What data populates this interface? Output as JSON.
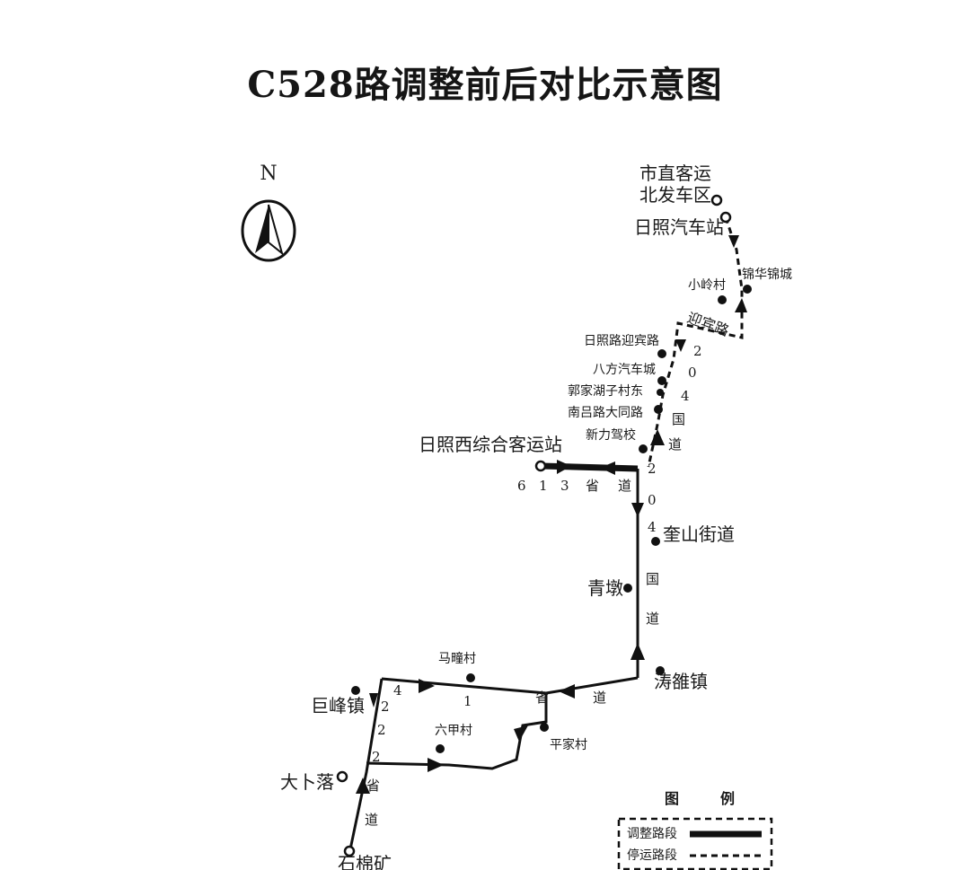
{
  "title": "C528路调整前后对比示意图",
  "compass": {
    "label": "N",
    "icon": "north-arrow-icon"
  },
  "stations": {
    "terminal_north_1": "市直客运",
    "terminal_north_2": "北发车区",
    "rizhao_bus_station": "日照汽车站",
    "jinhua_jincheng": "锦华锦城",
    "xiaoling_village": "小岭村",
    "yingbin_road": "迎宾路",
    "rizhao_rd_yingbin": "日照路迎宾路",
    "bafang_auto": "八方汽车城",
    "guojia_east": "郭家湖子村东",
    "nanlv_datong": "南吕路大同路",
    "xinli_school": "新力驾校",
    "west_terminal": "日照西综合客运站",
    "kuishan": "奎山街道",
    "qingdun": "青墩",
    "taoluo": "涛雒镇",
    "mazhai": "马疃村",
    "jufeng": "巨峰镇",
    "liujia": "六甲村",
    "pingjia": "平家村",
    "dabuluo": "大卜落",
    "shimian": "石棉矿"
  },
  "roads": {
    "g204_north": [
      "2",
      "0",
      "4",
      "国",
      "道"
    ],
    "g204_south": [
      "2",
      "0",
      "4",
      "国",
      "道"
    ],
    "s613": [
      "6",
      "1",
      "3",
      "省",
      "道"
    ],
    "s1_a": [
      "省",
      "道"
    ],
    "s1_num": "1",
    "s224": [
      "2",
      "2",
      "4"
    ],
    "s_lower": [
      "2",
      "省",
      "道"
    ]
  },
  "legend": {
    "title_left": "图",
    "title_right": "例",
    "adjusted": "调整路段",
    "suspended": "停运路段"
  },
  "colors": {
    "line": "#111111",
    "background": "#ffffff"
  }
}
